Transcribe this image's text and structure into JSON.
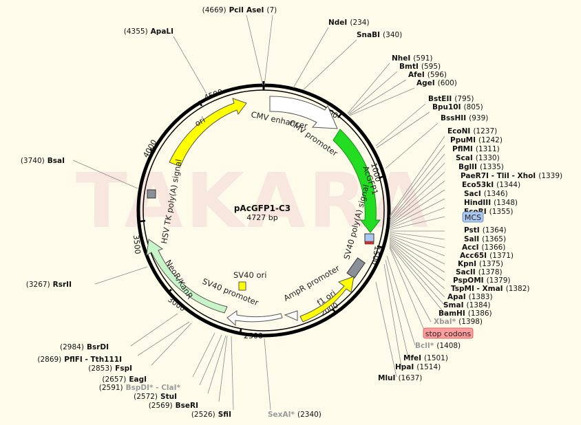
{
  "plasmid": {
    "name": "pAcGFP1-C3",
    "size_label": "4727 bp",
    "length": 4727,
    "watermark": "TAKARA"
  },
  "tick_labels": [
    "500",
    "1000",
    "1500",
    "2000",
    "2500",
    "3000",
    "3500",
    "4000",
    "4500"
  ],
  "features": [
    {
      "label": "CMV enhancer",
      "type": "promoter",
      "color": "#ffffff"
    },
    {
      "label": "CMV promoter",
      "type": "promoter",
      "color": "#ffffff"
    },
    {
      "label": "AcGFP1",
      "type": "gene",
      "color": "#22dd22"
    },
    {
      "label": "SV40 poly(A) signal",
      "type": "polyA",
      "color": "#888888"
    },
    {
      "label": "f1 ori",
      "type": "ori",
      "color": "#ffff00"
    },
    {
      "label": "AmpR promoter",
      "type": "promoter",
      "color": "#ffffff"
    },
    {
      "label": "SV40 ori",
      "type": "ori",
      "color": "#ffff00"
    },
    {
      "label": "SV40 promoter",
      "type": "promoter",
      "color": "#ffffff"
    },
    {
      "label": "NeoR/KanR",
      "type": "gene",
      "color": "#c8f5c8"
    },
    {
      "label": "HSV TK poly(A) signal",
      "type": "polyA",
      "color": "#888888"
    },
    {
      "label": "ori",
      "type": "ori",
      "color": "#ffff00"
    },
    {
      "label": "MCS",
      "type": "mcs",
      "color": "#a9c8f0"
    },
    {
      "label": "stop codons",
      "type": "stop",
      "color": "#ff9e9e"
    }
  ],
  "sites": [
    {
      "name": "AseI",
      "pos": "(7)"
    },
    {
      "name": "PciI",
      "pos": "(4669)"
    },
    {
      "name": "NdeI",
      "pos": "(234)"
    },
    {
      "name": "SnaBI",
      "pos": "(340)"
    },
    {
      "name": "ApaLI",
      "pos": "(4355)"
    },
    {
      "name": "NheI",
      "pos": "(591)"
    },
    {
      "name": "BmtI",
      "pos": "(595)"
    },
    {
      "name": "AfeI",
      "pos": "(596)"
    },
    {
      "name": "AgeI",
      "pos": "(600)"
    },
    {
      "name": "BstEII",
      "pos": "(795)"
    },
    {
      "name": "Bpu10I",
      "pos": "(805)"
    },
    {
      "name": "BssHII",
      "pos": "(939)"
    },
    {
      "name": "EcoNI",
      "pos": "(1237)"
    },
    {
      "name": "PpuMI",
      "pos": "(1242)"
    },
    {
      "name": "PflMI",
      "pos": "(1311)"
    },
    {
      "name": "ScaI",
      "pos": "(1330)"
    },
    {
      "name": "BglII",
      "pos": "(1335)"
    },
    {
      "name": "PaeR7I - TliI - XhoI",
      "pos": "(1339)"
    },
    {
      "name": "Eco53kI",
      "pos": "(1344)"
    },
    {
      "name": "SacI",
      "pos": "(1346)"
    },
    {
      "name": "HindIII",
      "pos": "(1348)"
    },
    {
      "name": "EcoRI",
      "pos": "(1355)"
    },
    {
      "name": "PstI",
      "pos": "(1364)"
    },
    {
      "name": "SalI",
      "pos": "(1365)"
    },
    {
      "name": "AccI",
      "pos": "(1366)"
    },
    {
      "name": "Acc65I",
      "pos": "(1371)"
    },
    {
      "name": "KpnI",
      "pos": "(1375)"
    },
    {
      "name": "SacII",
      "pos": "(1378)"
    },
    {
      "name": "PspOMI",
      "pos": "(1379)"
    },
    {
      "name": "TspMI - XmaI",
      "pos": "(1382)"
    },
    {
      "name": "ApaI",
      "pos": "(1383)"
    },
    {
      "name": "SmaI",
      "pos": "(1384)"
    },
    {
      "name": "BamHI",
      "pos": "(1386)"
    },
    {
      "name": "XbaI*",
      "pos": "(1398)"
    },
    {
      "name": "BclI*",
      "pos": "(1408)"
    },
    {
      "name": "MfeI",
      "pos": "(1501)"
    },
    {
      "name": "HpaI",
      "pos": "(1514)"
    },
    {
      "name": "MluI",
      "pos": "(1637)"
    },
    {
      "name": "SexAI*",
      "pos": "(2340)"
    },
    {
      "name": "SfiI",
      "pos": "(2526)"
    },
    {
      "name": "BseRI",
      "pos": "(2569)"
    },
    {
      "name": "StuI",
      "pos": "(2572)"
    },
    {
      "name": "BspDI* - ClaI*",
      "pos": "(2591)"
    },
    {
      "name": "EagI",
      "pos": "(2657)"
    },
    {
      "name": "FspI",
      "pos": "(2853)"
    },
    {
      "name": "PflFI - Tth111I",
      "pos": "(2869)"
    },
    {
      "name": "BsrDI",
      "pos": "(2984)"
    },
    {
      "name": "RsrII",
      "pos": "(3267)"
    },
    {
      "name": "BsaI",
      "pos": "(3740)"
    }
  ]
}
